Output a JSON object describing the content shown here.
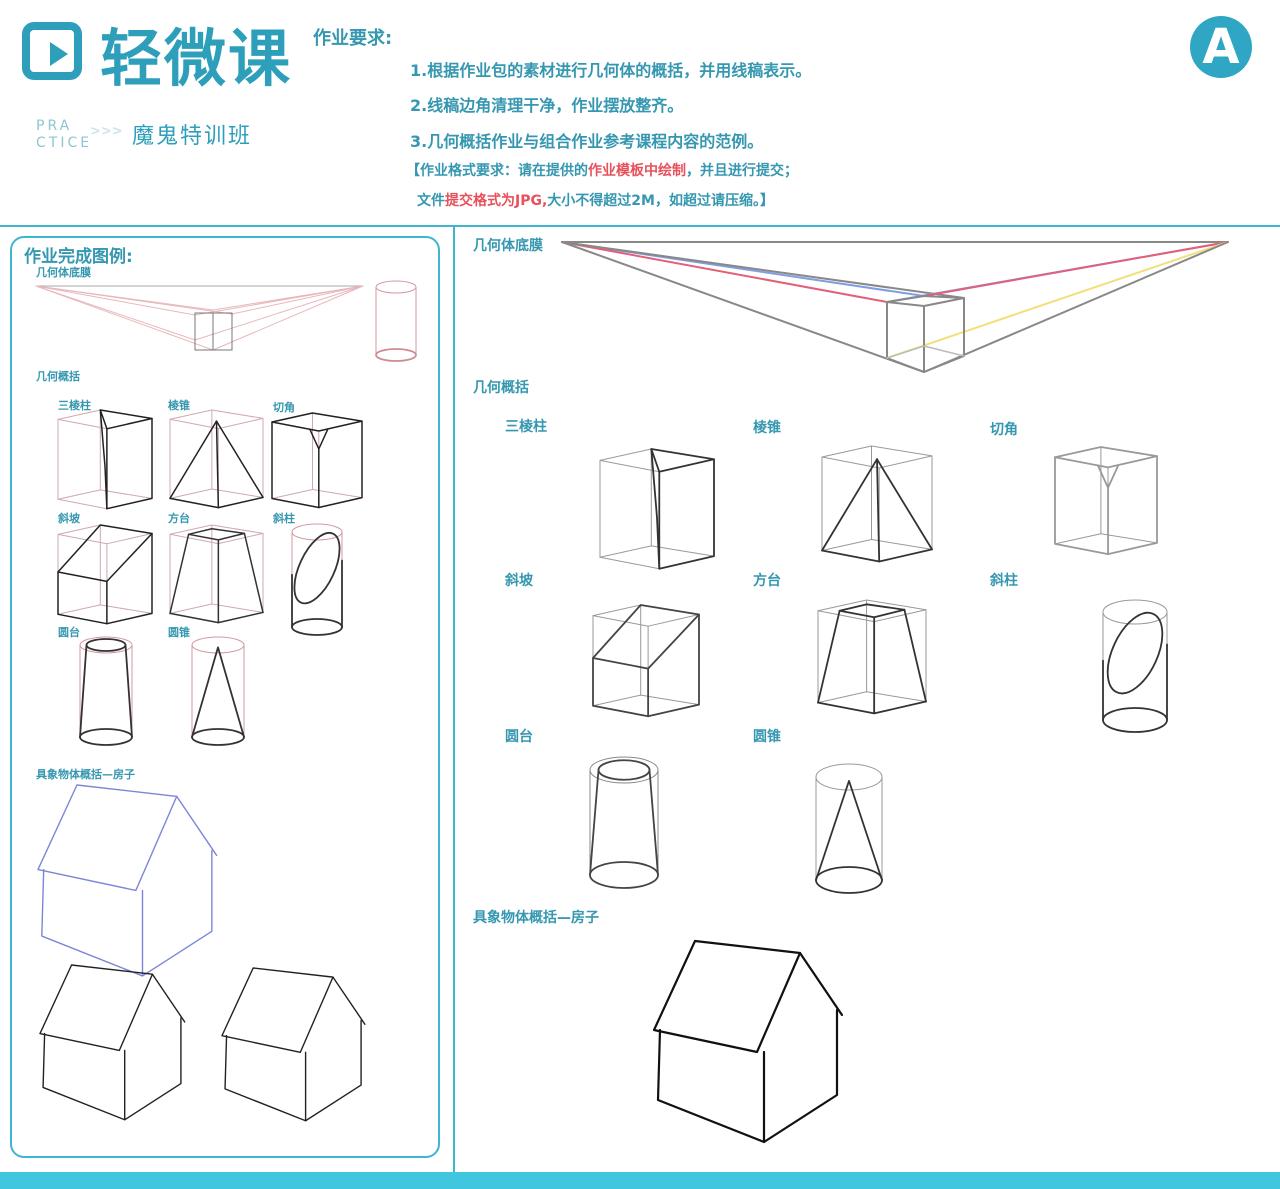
{
  "logo": {
    "name": "轻微课",
    "practice_line1": "PRA",
    "practice_line2": "CTICE",
    "arrows": ">>>",
    "subtitle": "魔鬼特训班"
  },
  "badge": "A",
  "requirements": {
    "title": "作业要求:",
    "items": [
      "1.根据作业包的素材进行几何体的概括，并用线稿表示。",
      "2.线稿边角清理干净，作业摆放整齐。",
      "3.几何概括作业与组合作业参考课程内容的范例。"
    ],
    "format_line1": {
      "a": "【作业格式要求：请在提供的",
      "red": "作业模板中绘制",
      "b": "，并且进行提交；"
    },
    "format_line2": {
      "a": "文件",
      "red": "提交格式为JPG,",
      "b": "大小不得超过2M，如超过请压缩。】"
    }
  },
  "left": {
    "title": "作业完成图例:",
    "base": "几何体底膜",
    "summary": "几何概括",
    "shapes": [
      "三棱柱",
      "棱锥",
      "切角",
      "斜坡",
      "方台",
      "斜柱",
      "圆台",
      "圆锥"
    ],
    "house": "具象物体概括—房子"
  },
  "right": {
    "base": "几何体底膜",
    "summary": "几何概括",
    "shapes": [
      "三棱柱",
      "棱锥",
      "切角",
      "斜坡",
      "方台",
      "斜柱",
      "圆台",
      "圆锥"
    ],
    "house": "具象物体概括—房子"
  },
  "colors": {
    "accent": "#2e9fbb",
    "highlight": "#e8505b",
    "bar": "#41c6e0"
  }
}
